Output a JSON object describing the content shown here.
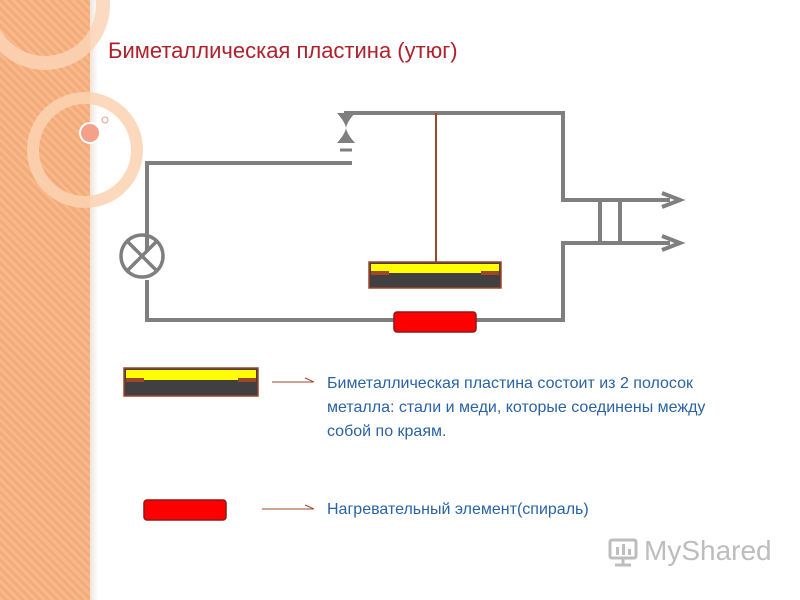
{
  "title": "Биметаллическая пластина (утюг)",
  "legend": {
    "bimetal_text": "Биметаллическая пластина состоит из 2 полосок металла: стали и меди, которые соединены между собой по краям.",
    "heater_text": "Нагревательный элемент(спираль)"
  },
  "watermark": {
    "text": "MyShared"
  },
  "colors": {
    "wire": "#7f7f7f",
    "rod": "#a0462a",
    "brass_layer": "#ffff00",
    "steel_layer": "#404040",
    "heater": "#ff0000",
    "heater_border": "#8b1a1a",
    "title": "#b0202a",
    "legend_text": "#2a62a6",
    "side_band": "#f7b98c"
  },
  "icons": {
    "lamp": "lamp-cross-icon",
    "contact": "contact-icon",
    "plug": "plug-arrow-icon"
  }
}
